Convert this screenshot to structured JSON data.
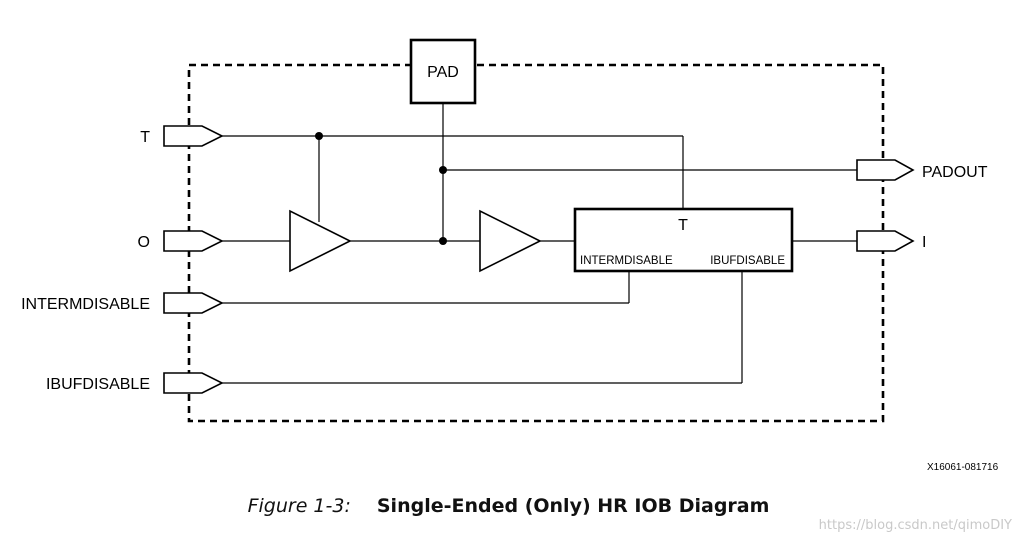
{
  "ports": {
    "t": "T",
    "o": "O",
    "intermdisable": "INTERMDISABLE",
    "ibufdisable": "IBUFDISABLE",
    "padout": "PADOUT",
    "i": "I"
  },
  "pad_label": "PAD",
  "buffer_block": {
    "t_label": "T",
    "intermdisable_label": "INTERMDISABLE",
    "ibufdisable_label": "IBUFDISABLE"
  },
  "figure_id": "X16061-081716",
  "caption": {
    "number": "Figure 1-3:",
    "title": "Single-Ended (Only) HR IOB Diagram"
  },
  "watermark": "https://blog.csdn.net/qimoDIY"
}
